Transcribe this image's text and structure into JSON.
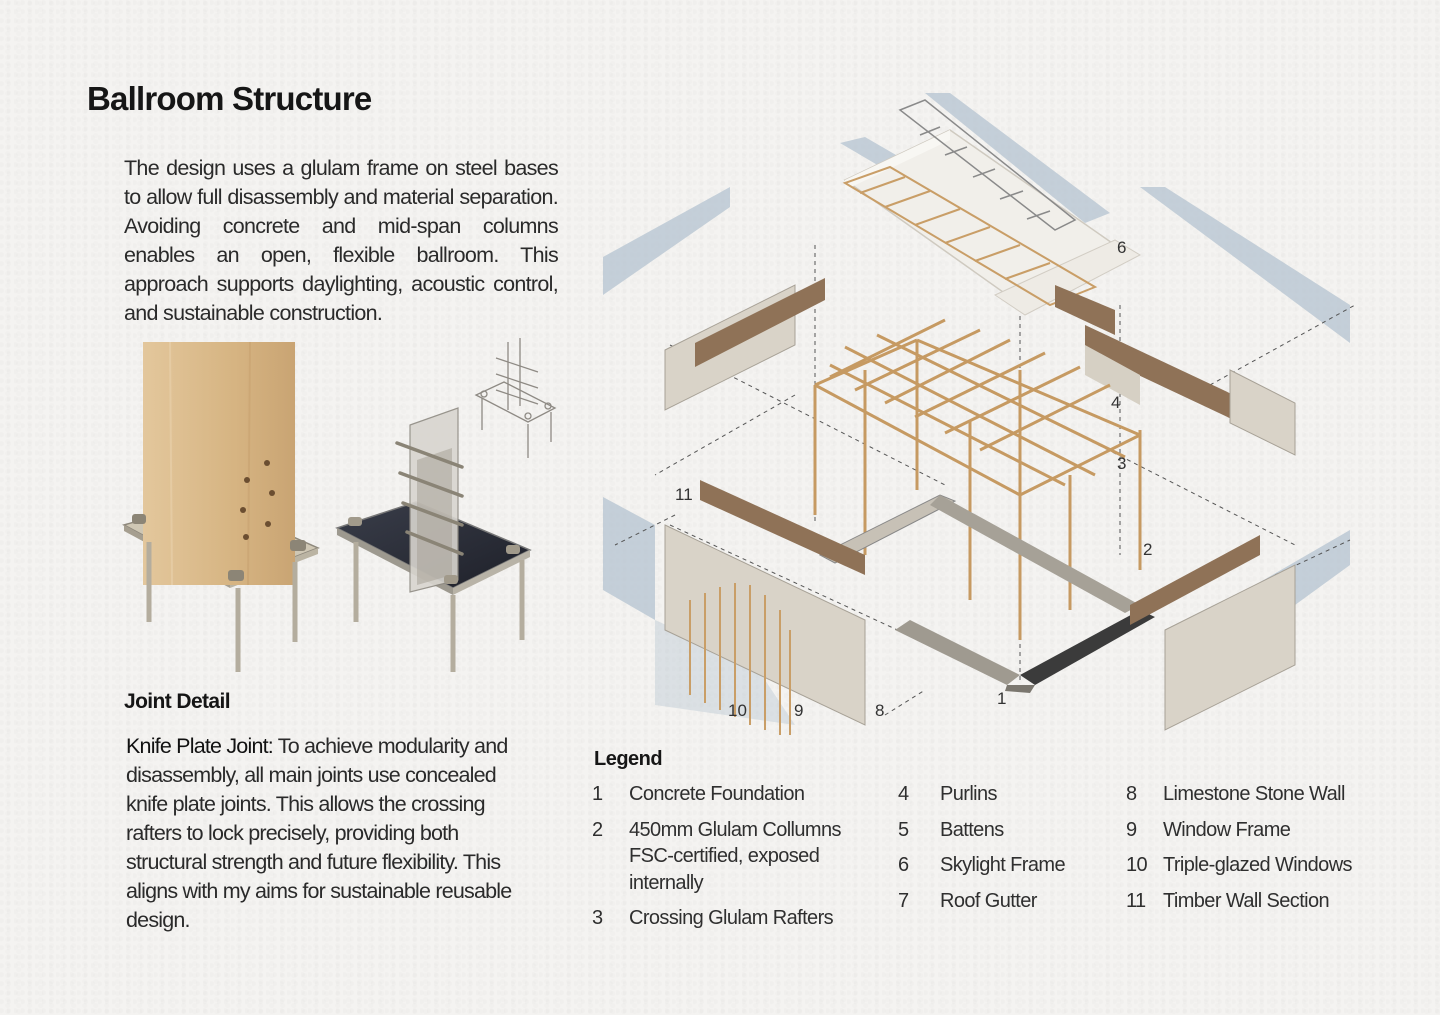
{
  "title": "Ballroom Structure",
  "intro": "The design uses a glulam frame on steel bases to allow full disassembly and material separation. Avoiding concrete and mid-span columns enables an open, flexible ballroom. This approach supports daylighting, acoustic control, and sustainable construction.",
  "joint_detail": {
    "heading": "Joint Detail",
    "lead": "Knife Plate Joint:",
    "body": " To achieve modularity and disassembly, all main joints use concealed knife plate joints. This allows the crossing rafters to lock precisely, providing both structural strength and future flexibility. This aligns with my aims for sustainable reusable design."
  },
  "diagram_callouts": [
    "6",
    "4",
    "3",
    "2",
    "11",
    "1",
    "10",
    "9",
    "8"
  ],
  "legend": {
    "title": "Legend",
    "items": [
      {
        "num": "1",
        "label": "Concrete Foundation"
      },
      {
        "num": "2",
        "label": "450mm Glulam Collumns FSC-certified, exposed internally"
      },
      {
        "num": "3",
        "label": "Crossing Glulam Rafters"
      },
      {
        "num": "4",
        "label": "Purlins"
      },
      {
        "num": "5",
        "label": "Battens"
      },
      {
        "num": "6",
        "label": "Skylight Frame"
      },
      {
        "num": "7",
        "label": "Roof Gutter"
      },
      {
        "num": "8",
        "label": "Limestone Stone Wall"
      },
      {
        "num": "9",
        "label": "Window Frame"
      },
      {
        "num": "10",
        "label": "Triple-glazed Windows"
      },
      {
        "num": "11",
        "label": "Timber Wall Section"
      }
    ]
  },
  "colors": {
    "timber": "#d9b98a",
    "timber_dark": "#8b6a48",
    "steel": "#b9b2a4",
    "glass": "#b8c6d2",
    "stone": "#d6d0c5",
    "accent_text": "#161616"
  }
}
